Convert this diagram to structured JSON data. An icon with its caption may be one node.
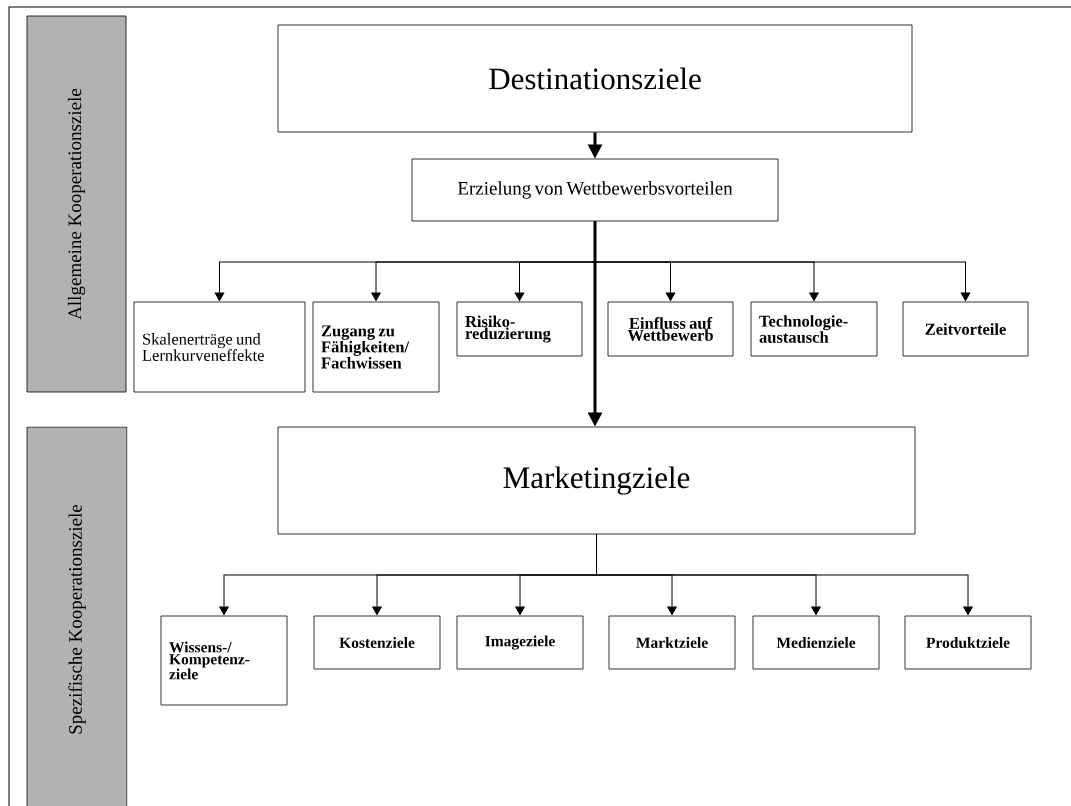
{
  "diagram": {
    "nodes": [
      {
        "text": [
          "Allgemeine Kooperationsziele"
        ]
      },
      {
        "text": [
          "Destinationsziele"
        ]
      },
      {
        "text": [
          "Erzielung von Wettbewerbsvorteilen"
        ]
      },
      {
        "text": [
          "Skalenerträge und Lernkurveneffekte"
        ]
      },
      {
        "text": [
          "Zugang zu Fähigkeiten/ Fachwissen"
        ]
      },
      {
        "text": [
          "Risiko- reduzierung"
        ]
      },
      {
        "text": [
          "Einfluss auf Wettbewerb"
        ]
      },
      {
        "text": [
          "Technologie- austausch"
        ]
      },
      {
        "text": [
          "Zeitvorteile"
        ]
      },
      {
        "text": [
          "Spezifische Kooperationsziele"
        ]
      },
      {
        "text": [
          "Marketingziele"
        ]
      },
      {
        "text": [
          "Wissens-/ Kompetenz- ziele"
        ]
      },
      {
        "text": [
          "Kostenziele"
        ]
      },
      {
        "text": [
          "Imageziele"
        ]
      },
      {
        "text": [
          "Marktziele"
        ]
      },
      {
        "text": [
          "Medienziele"
        ]
      },
      {
        "text": [
          "Produktziele"
        ]
      }
    ],
    "edges": [
      {
        "from": 1,
        "to": 2,
        "arrow": "to",
        "style": "thick"
      },
      {
        "from": 2,
        "to": 3,
        "arrow": "to"
      },
      {
        "from": 2,
        "to": 4,
        "arrow": "to"
      },
      {
        "from": 2,
        "to": 5,
        "arrow": "to"
      },
      {
        "from": 2,
        "to": 6,
        "arrow": "to"
      },
      {
        "from": 2,
        "to": 7,
        "arrow": "to"
      },
      {
        "from": 2,
        "to": 8,
        "arrow": "to"
      },
      {
        "from": 2,
        "to": 10,
        "arrow": "to",
        "style": "thick"
      },
      {
        "from": 10,
        "to": 11,
        "arrow": "to"
      },
      {
        "from": 10,
        "to": 12,
        "arrow": "to"
      },
      {
        "from": 10,
        "to": 13,
        "arrow": "to"
      },
      {
        "from": 10,
        "to": 14,
        "arrow": "to"
      },
      {
        "from": 10,
        "to": 15,
        "arrow": "to"
      },
      {
        "from": 10,
        "to": 16,
        "arrow": "to"
      }
    ]
  }
}
